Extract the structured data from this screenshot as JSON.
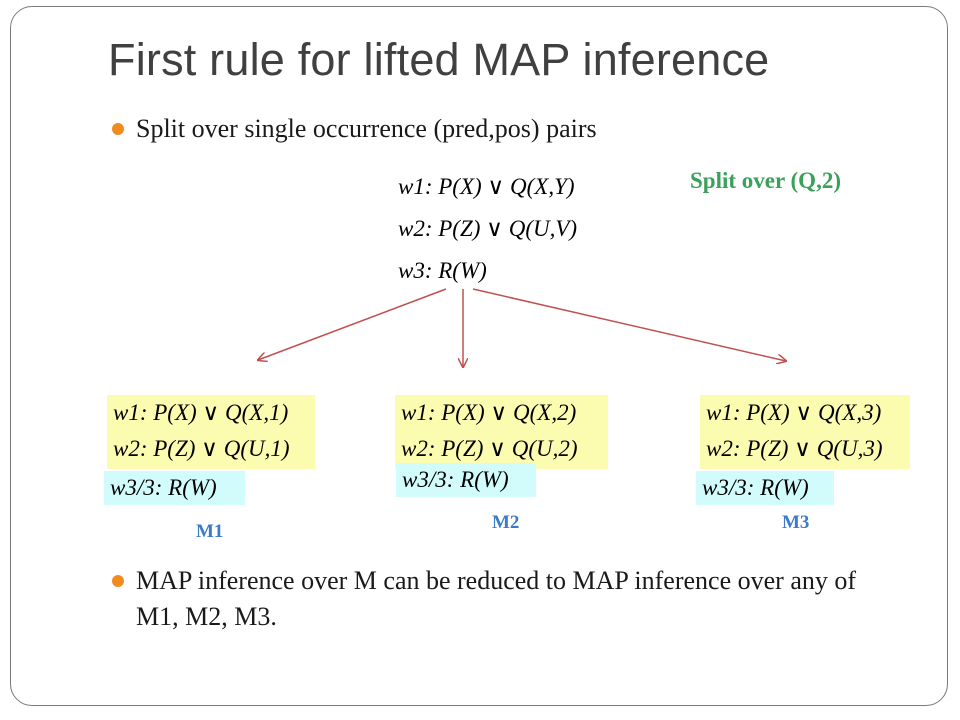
{
  "title": "First rule for lifted MAP inference",
  "bullets": [
    "Split over single occurrence (pred,pos) pairs",
    "MAP inference over M can be reduced to MAP inference over any of M1, M2, M3."
  ],
  "original_clauses": [
    "w1: P(X) ∨ Q(X,Y)",
    "w2: P(Z) ∨ Q(U,V)",
    "w3: R(W)"
  ],
  "split_label": "Split over (Q,2)",
  "sub_models": [
    {
      "label": "M1",
      "clauses": [
        "w1: P(X) ∨ Q(X,1)",
        "w2: P(Z) ∨ Q(U,1)"
      ],
      "unit_clause": "w3/3: R(W)"
    },
    {
      "label": "M2",
      "clauses": [
        "w1: P(X) ∨ Q(X,2)",
        "w2: P(Z) ∨ Q(U,2)"
      ],
      "unit_clause": "w3/3: R(W)"
    },
    {
      "label": "M3",
      "clauses": [
        "w1: P(X) ∨ Q(X,3)",
        "w2: P(Z) ∨ Q(U,3)"
      ],
      "unit_clause": "w3/3: R(W)"
    }
  ],
  "colors": {
    "bullet": "#f08c1e",
    "split_label": "#3aa05a",
    "model_label": "#3a7ac8",
    "arrow": "#c0504d",
    "clause_box": "#fcfcb0",
    "unit_box": "#d2fbfb"
  }
}
